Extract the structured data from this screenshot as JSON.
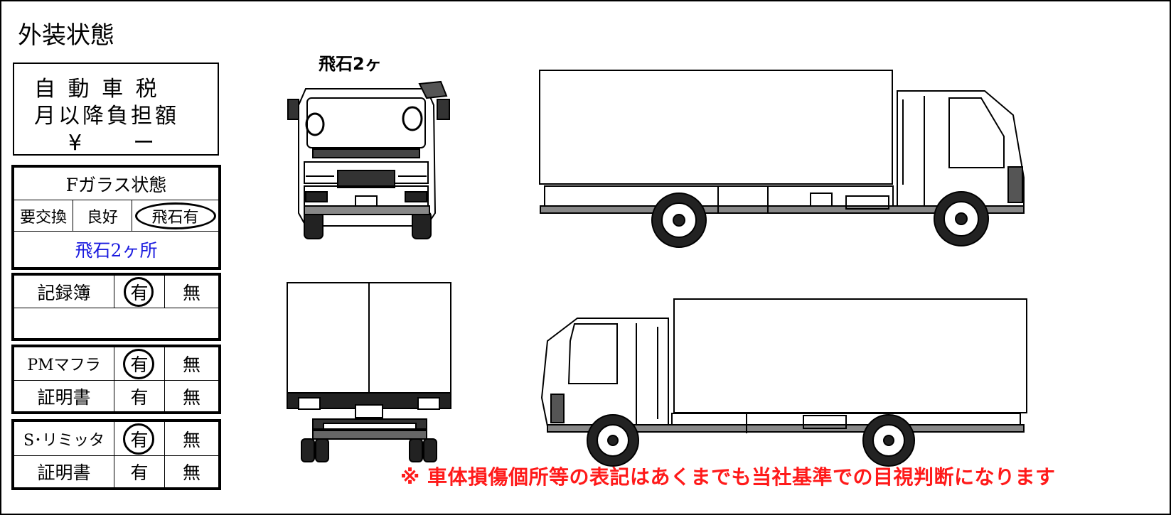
{
  "header": {
    "title": "外装状態"
  },
  "tax_box": {
    "line1": "自 動 車 税",
    "line2": "月以降負担額",
    "line3": "¥　　ー"
  },
  "glass_box": {
    "heading": "Fガラス状態",
    "options": [
      "要交換",
      "良好",
      "飛石有"
    ],
    "selected": "飛石有",
    "note": "飛石2ヶ所"
  },
  "record_box": {
    "label": "記録簿",
    "yes": "有",
    "no": "無",
    "selected": "有"
  },
  "pm_box": {
    "label": "PMマフラ",
    "yes": "有",
    "no": "無",
    "selected": "有",
    "cert_label": "証明書",
    "cert_yes": "有",
    "cert_no": "無"
  },
  "limiter_box": {
    "label": "S･リミッタ",
    "yes": "有",
    "no": "無",
    "selected": "有",
    "cert_label": "証明書",
    "cert_yes": "有",
    "cert_no": "無"
  },
  "diagram": {
    "front_label": "飛石2ヶ"
  },
  "footer": {
    "notice": "※ 車体損傷個所等の表記はあくまでも当社基準での目視判断になります"
  },
  "colors": {
    "note_blue": "#1a1adf",
    "notice_red": "#ff1a1a"
  }
}
